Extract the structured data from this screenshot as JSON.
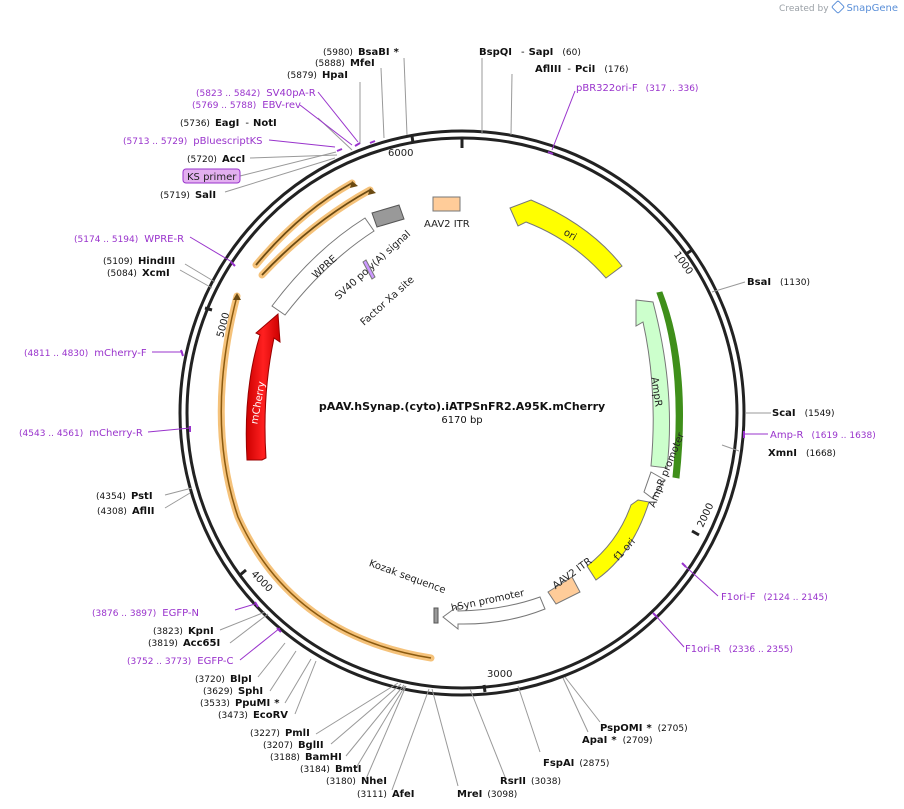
{
  "credit": {
    "created_by": "Created by",
    "brand": "SnapGene"
  },
  "plasmid": {
    "name": "pAAV.hSynap.(cyto).iATPSnFR2.A95K.mCherry",
    "size": "6170 bp",
    "length": 6170
  },
  "colors": {
    "primer": "#9933cc",
    "site": "#000000",
    "site_pos": "#222222",
    "backbone": "#222222"
  },
  "ticks": [
    "1000",
    "2000",
    "3000",
    "4000",
    "5000",
    "6000"
  ],
  "sites": [
    {
      "name": "BsaBI",
      "star": "*",
      "pos": "(5980)",
      "side": "left"
    },
    {
      "name": "MfeI",
      "pos": "(5888)",
      "side": "left"
    },
    {
      "name": "HpaI",
      "pos": "(5879)",
      "side": "left"
    },
    {
      "name": "EagI",
      "pair": "NotI",
      "pos": "(5736)",
      "side": "left"
    },
    {
      "name": "AccI",
      "pos": "(5720)",
      "side": "left"
    },
    {
      "name": "SalI",
      "pos": "(5719)",
      "side": "left"
    },
    {
      "name": "HindIII",
      "pos": "(5109)",
      "side": "left"
    },
    {
      "name": "XcmI",
      "pos": "(5084)",
      "side": "left"
    },
    {
      "name": "PstI",
      "pos": "(4354)",
      "side": "left"
    },
    {
      "name": "AflII",
      "pos": "(4308)",
      "side": "left"
    },
    {
      "name": "KpnI",
      "pos": "(3823)",
      "side": "left"
    },
    {
      "name": "Acc65I",
      "pos": "(3819)",
      "side": "left"
    },
    {
      "name": "BlpI",
      "pos": "(3720)",
      "side": "left"
    },
    {
      "name": "SphI",
      "pos": "(3629)",
      "side": "left"
    },
    {
      "name": "PpuMI",
      "star": "*",
      "pos": "(3533)",
      "side": "left"
    },
    {
      "name": "EcoRV",
      "pos": "(3473)",
      "side": "left"
    },
    {
      "name": "PmlI",
      "pos": "(3227)",
      "side": "left"
    },
    {
      "name": "BglII",
      "pos": "(3207)",
      "side": "left"
    },
    {
      "name": "BamHI",
      "pos": "(3188)",
      "side": "left"
    },
    {
      "name": "BmtI",
      "pos": "(3184)",
      "side": "left"
    },
    {
      "name": "NheI",
      "pos": "(3180)",
      "side": "left"
    },
    {
      "name": "AfeI",
      "pos": "(3111)",
      "side": "left"
    },
    {
      "name": "MreI",
      "pos": "(3098)",
      "side": "right"
    },
    {
      "name": "RsrII",
      "pos": "(3038)",
      "side": "right"
    },
    {
      "name": "FspAI",
      "pos": "(2875)",
      "side": "right"
    },
    {
      "name": "ApaI",
      "star": "*",
      "pos": "(2709)",
      "side": "right"
    },
    {
      "name": "PspOMI",
      "star": "*",
      "pos": "(2705)",
      "side": "right"
    },
    {
      "name": "XmnI",
      "pos": "(1668)",
      "side": "right"
    },
    {
      "name": "ScaI",
      "pos": "(1549)",
      "side": "right"
    },
    {
      "name": "BsaI",
      "pos": "(1130)",
      "side": "right"
    },
    {
      "name": "AflIII",
      "pair": "PciI",
      "pos": "(176)",
      "side": "right"
    },
    {
      "name": "BspQI",
      "pair": "SapI",
      "pos": "(60)",
      "side": "right"
    }
  ],
  "primers": [
    {
      "name": "SV40pA-R",
      "range": "(5823 .. 5842)",
      "side": "left"
    },
    {
      "name": "EBV-rev",
      "range": "(5769 .. 5788)",
      "side": "left"
    },
    {
      "name": "pBluescriptKS",
      "range": "(5713 .. 5729)",
      "side": "left"
    },
    {
      "name": "WPRE-R",
      "range": "(5174 .. 5194)",
      "side": "left"
    },
    {
      "name": "mCherry-F",
      "range": "(4811 .. 4830)",
      "side": "left"
    },
    {
      "name": "mCherry-R",
      "range": "(4543 .. 4561)",
      "side": "left"
    },
    {
      "name": "EGFP-N",
      "range": "(3876 .. 3897)",
      "side": "left"
    },
    {
      "name": "EGFP-C",
      "range": "(3752 .. 3773)",
      "side": "left"
    },
    {
      "name": "pBR322ori-F",
      "range": "(317 .. 336)",
      "side": "right"
    },
    {
      "name": "Amp-R",
      "range": "(1619 .. 1638)",
      "side": "right"
    },
    {
      "name": "F1ori-F",
      "range": "(2124 .. 2145)",
      "side": "right"
    },
    {
      "name": "F1ori-R",
      "range": "(2336 .. 2355)",
      "side": "right"
    }
  ],
  "ks_primer": "KS primer",
  "features": [
    {
      "name": "ori",
      "color": "#ffff00"
    },
    {
      "name": "AmpR",
      "color": "#ccffcc"
    },
    {
      "name": "AmpR promoter",
      "color": "#ffffff"
    },
    {
      "name": "f1 ori",
      "color": "#ffff00"
    },
    {
      "name": "AAV2 ITR",
      "color": "#ffcc99"
    },
    {
      "name": "hSyn promoter",
      "color": "#ffffff"
    },
    {
      "name": "Kozak sequence",
      "color": "#999999"
    },
    {
      "name": "mCherry",
      "color": "#ff0000"
    },
    {
      "name": "WPRE",
      "color": "#ffffff"
    },
    {
      "name": "SV40 poly(A) signal",
      "color": "#999999"
    },
    {
      "name": "Factor Xa site",
      "color": "#cc99ff"
    },
    {
      "name": "AAV2 ITR",
      "color": "#ffcc99"
    }
  ]
}
